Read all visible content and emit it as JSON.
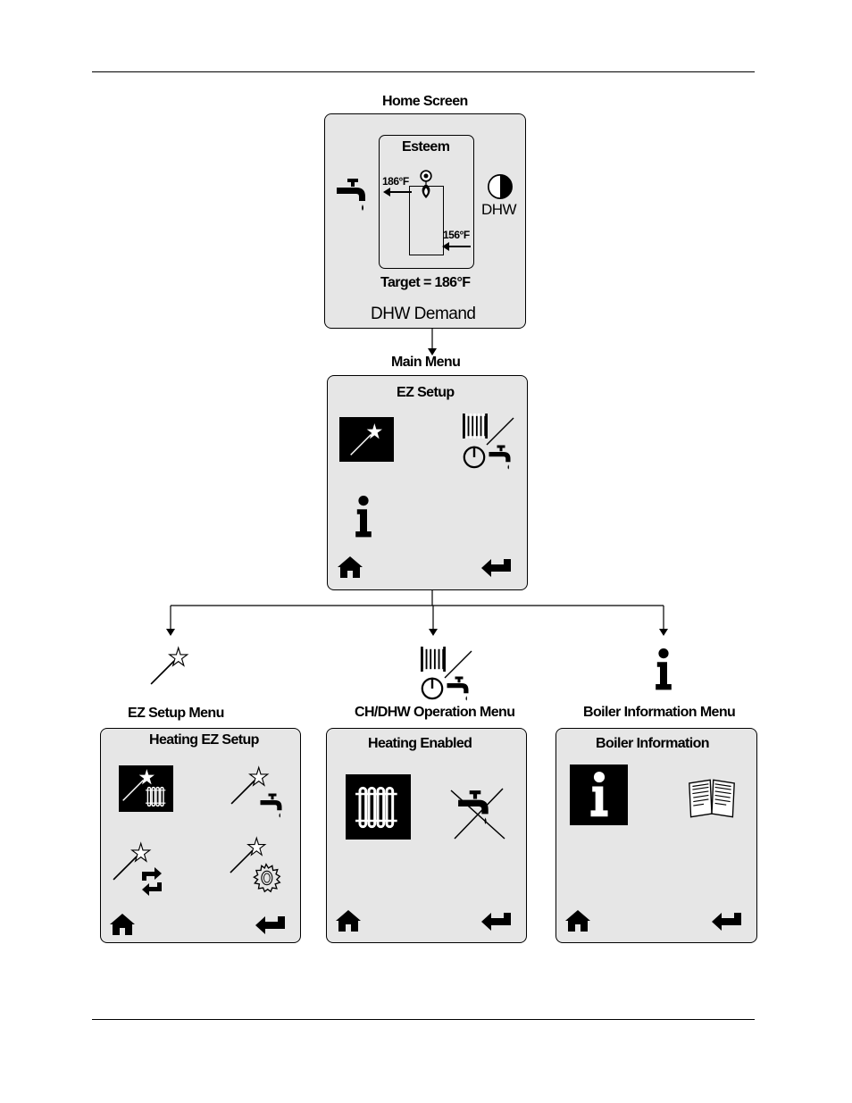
{
  "home": {
    "caption": "Home Screen",
    "panel_title": "Esteem",
    "supply_temp": "186°F",
    "return_temp": "156°F",
    "pump_label": "DHW",
    "target": "Target = 186°F",
    "status": "DHW Demand"
  },
  "main_menu": {
    "caption": "Main Menu",
    "screen_title": "EZ Setup"
  },
  "branches": {
    "ez_setup": {
      "caption": "EZ Setup Menu",
      "screen_title": "Heating EZ Setup"
    },
    "ch_dhw": {
      "caption": "CH/DHW Operation Menu",
      "screen_title": "Heating Enabled"
    },
    "boiler_info": {
      "caption": "Boiler Information Menu",
      "screen_title": "Boiler Information"
    }
  },
  "icons": {
    "home": "home-icon",
    "back": "back-arrow-icon",
    "wand": "magic-wand-icon",
    "radiator": "radiator-icon",
    "faucet": "faucet-icon",
    "info": "info-icon",
    "manual": "manual-book-icon",
    "gear": "gear-icon",
    "cycle": "cycle-arrows-icon",
    "power": "power-icon",
    "pump": "pump-icon"
  },
  "colors": {
    "screen_bg": "#e6e6e6",
    "line": "#000000",
    "highlight_bg": "#000000"
  }
}
